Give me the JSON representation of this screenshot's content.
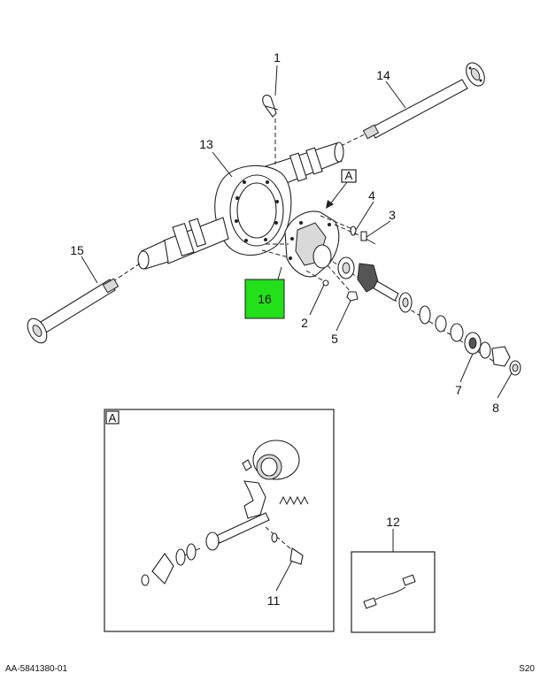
{
  "callouts": {
    "c1": "1",
    "c2": "2",
    "c3": "3",
    "c4": "4",
    "c5": "5",
    "c7": "7",
    "c8": "8",
    "c11": "11",
    "c12": "12",
    "c13": "13",
    "c14": "14",
    "c15": "15",
    "c16": "16"
  },
  "view_labels": {
    "main_ref": "A",
    "detail": "A"
  },
  "footer": {
    "left": "AA-5841380-01",
    "right": "S20"
  },
  "colors": {
    "highlight": "#22e01a",
    "line": "#222222"
  },
  "highlighted_part": "16"
}
